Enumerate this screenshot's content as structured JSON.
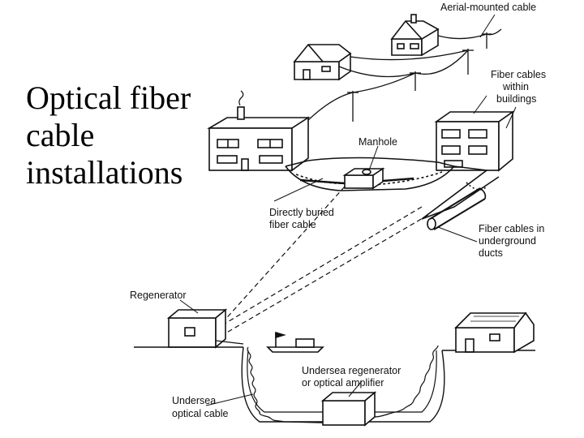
{
  "slide": {
    "title_lines": [
      "Optical fiber",
      "cable",
      "installations"
    ]
  },
  "labels": {
    "aerial": "Aerial-mounted cable",
    "within_buildings": [
      "Fiber cables",
      "within",
      "buildings"
    ],
    "manhole": "Manhole",
    "direct_buried": [
      "Directly buried",
      "fiber cable"
    ],
    "ducts": [
      "Fiber cables in",
      "underground",
      "ducts"
    ],
    "regenerator": "Regenerator",
    "undersea_regen": [
      "Undersea regenerator",
      "or optical amplifier"
    ],
    "undersea_cable": [
      "Undersea",
      "optical cable"
    ]
  }
}
